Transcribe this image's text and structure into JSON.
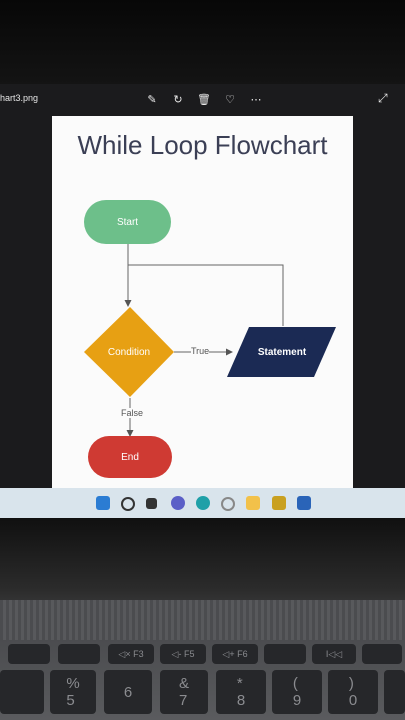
{
  "viewer": {
    "filename": "hart3.png",
    "toolbar": [
      {
        "name": "edit-icon",
        "glyph": "✎"
      },
      {
        "name": "rotate-icon",
        "glyph": "↻"
      },
      {
        "name": "delete-icon",
        "glyph": "🗑"
      },
      {
        "name": "favorite-icon",
        "glyph": "♡"
      },
      {
        "name": "more-icon",
        "glyph": "⋯"
      }
    ],
    "expand_glyph": "⤢"
  },
  "flowchart": {
    "title": "While Loop Flowchart",
    "nodes": {
      "start": {
        "label": "Start",
        "color": "#6dbf8a"
      },
      "condition": {
        "label": "Condition",
        "color": "#e7a013"
      },
      "statement": {
        "label": "Statement",
        "color": "#1b2a54"
      },
      "end": {
        "label": "End",
        "color": "#cf3a33"
      }
    },
    "edges": {
      "true_label": "True",
      "false_label": "False"
    }
  },
  "taskbar": {
    "icons": [
      "windows-icon",
      "search-icon",
      "task-view-icon",
      "chat-icon",
      "edge-icon",
      "settings-icon",
      "file-explorer-icon",
      "store-icon",
      "photos-icon"
    ]
  },
  "keyboard": {
    "fn_row": [
      "",
      "",
      "◁× F3",
      "◁- F5",
      "◁+ F6",
      "",
      "I◁◁",
      ""
    ],
    "num_row": [
      "",
      "%\n5",
      "6",
      "&\n7",
      "*\n8",
      "(\n9",
      ")\n0",
      ""
    ]
  }
}
